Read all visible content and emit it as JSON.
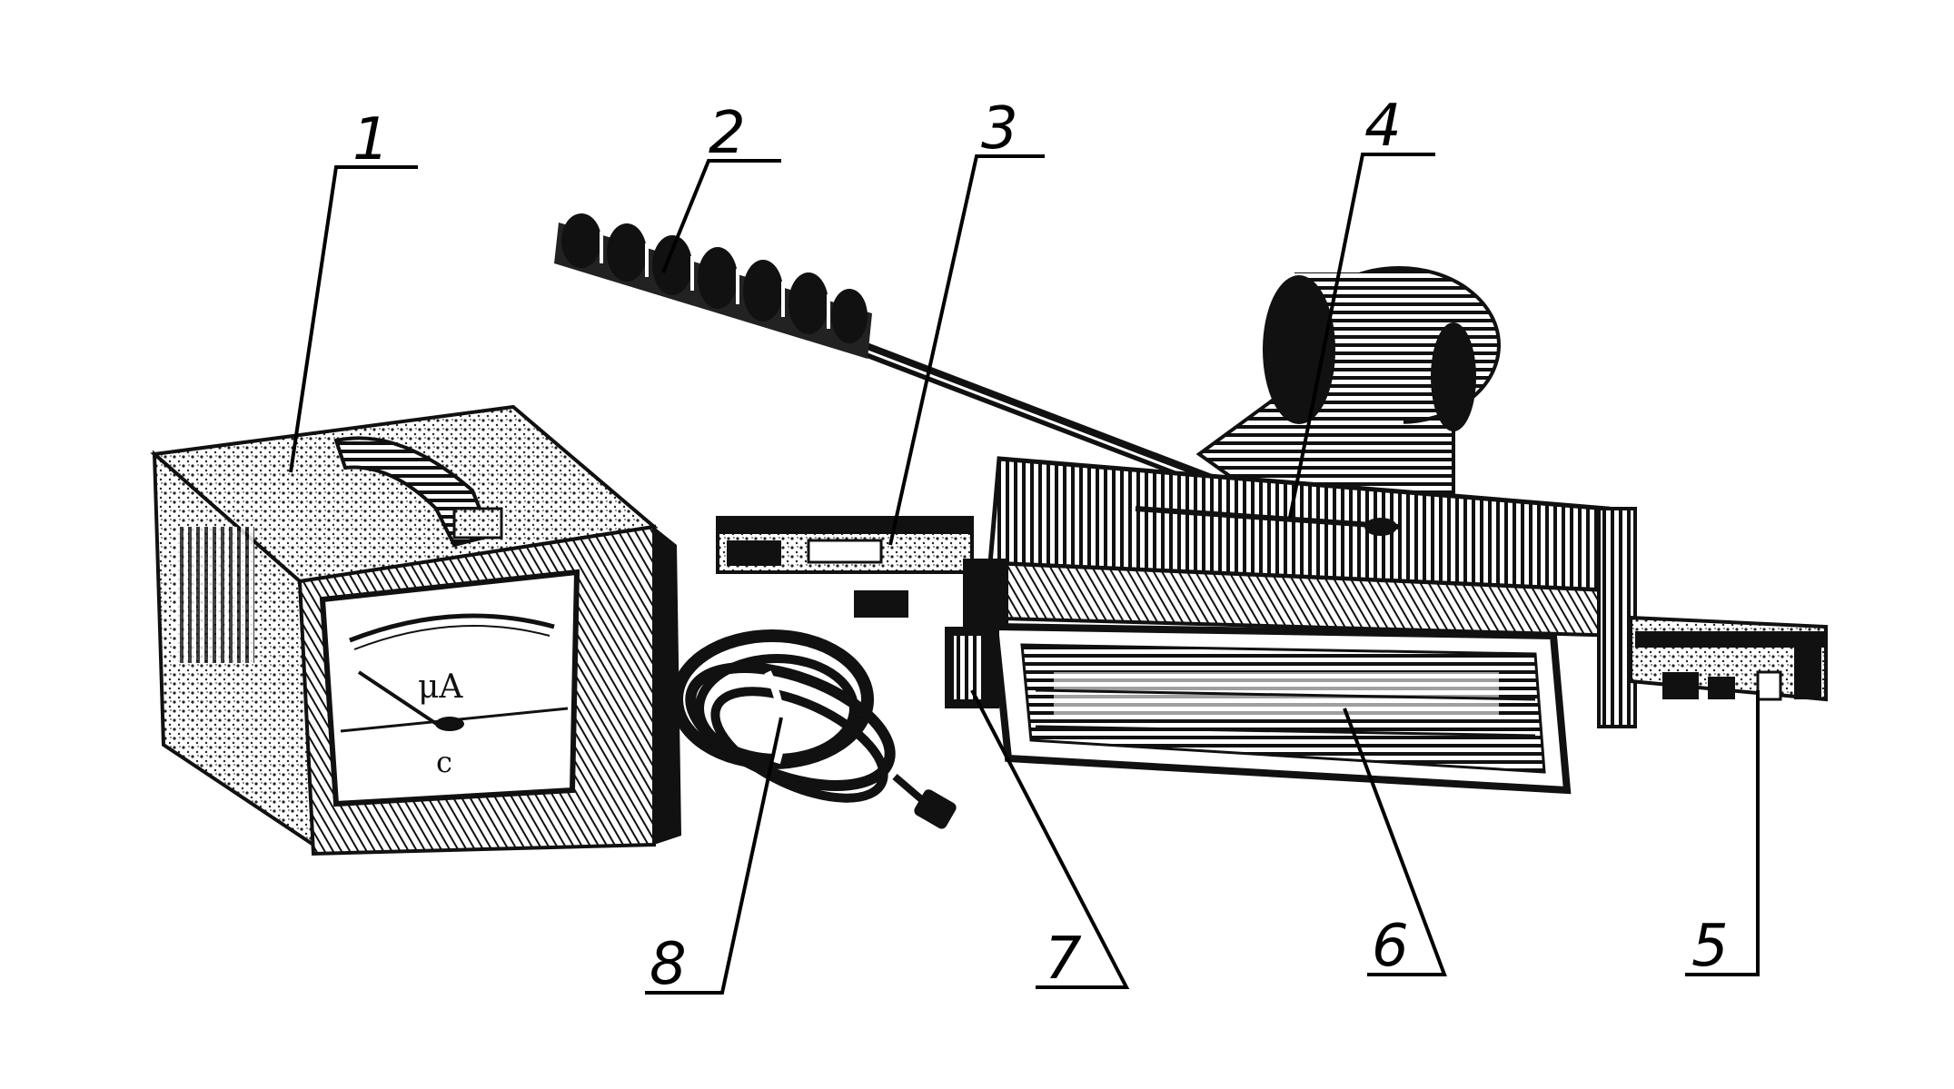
{
  "figure": {
    "callouts": [
      {
        "id": "1",
        "label": "1"
      },
      {
        "id": "2",
        "label": "2"
      },
      {
        "id": "3",
        "label": "3"
      },
      {
        "id": "4",
        "label": "4"
      },
      {
        "id": "5",
        "label": "5"
      },
      {
        "id": "6",
        "label": "6"
      },
      {
        "id": "7",
        "label": "7"
      },
      {
        "id": "8",
        "label": "8"
      }
    ],
    "meter": {
      "unit_label": "μA",
      "scale_mark": "c"
    },
    "colors": {
      "ink": "#111111",
      "paper": "#ffffff"
    }
  }
}
